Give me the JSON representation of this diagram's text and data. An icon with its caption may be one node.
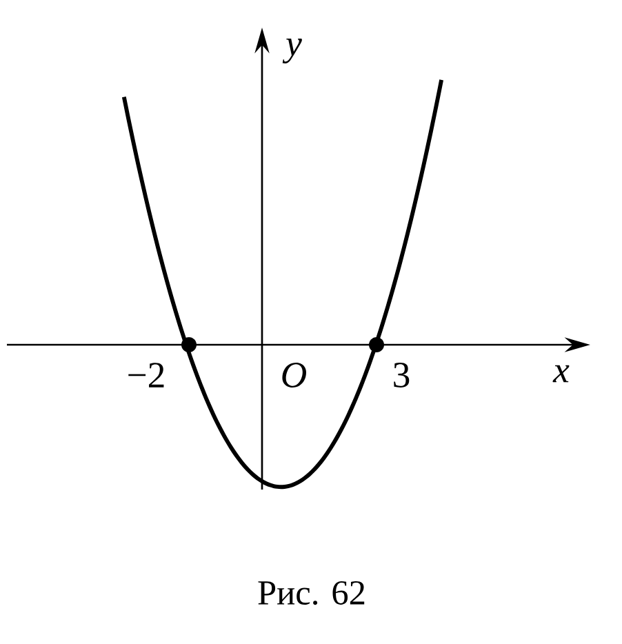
{
  "diagram": {
    "caption": "Рис. 62",
    "labels": [
      "y",
      "−2",
      "O",
      "3",
      "x"
    ]
  }
}
